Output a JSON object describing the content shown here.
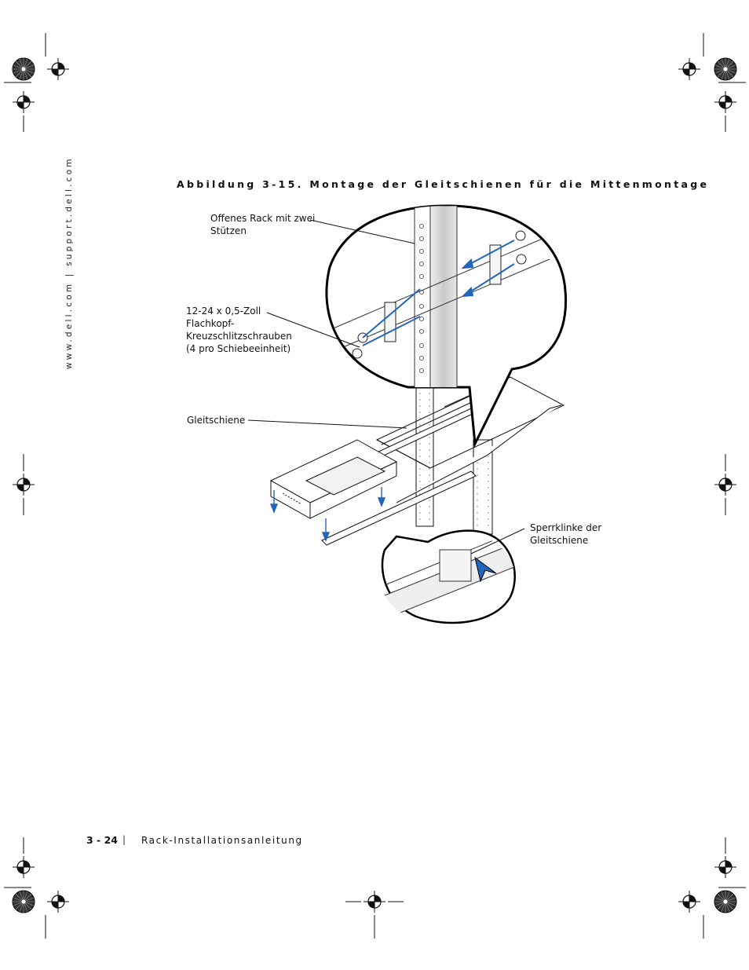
{
  "sidebar": {
    "url_text": "www.dell.com | support.dell.com"
  },
  "figure": {
    "caption": "Abbildung 3-15.   Montage der Gleitschienen für die Mittenmontage",
    "callouts": {
      "rack": "Offenes Rack mit zwei Stützen",
      "screws": "12-24 x 0,5-Zoll Flachkopf-Kreuzschlitzschrauben (4 pro Schiebeeinheit)",
      "rail": "Gleitschiene",
      "latch": "Sperrklinke der Gleitschiene"
    }
  },
  "footer": {
    "page_number": "3 - 24",
    "separator": "|",
    "doc_title": "Rack-Installationsanleitung"
  },
  "colors": {
    "arrow_blue": "#2266bb",
    "ink": "#111111"
  }
}
